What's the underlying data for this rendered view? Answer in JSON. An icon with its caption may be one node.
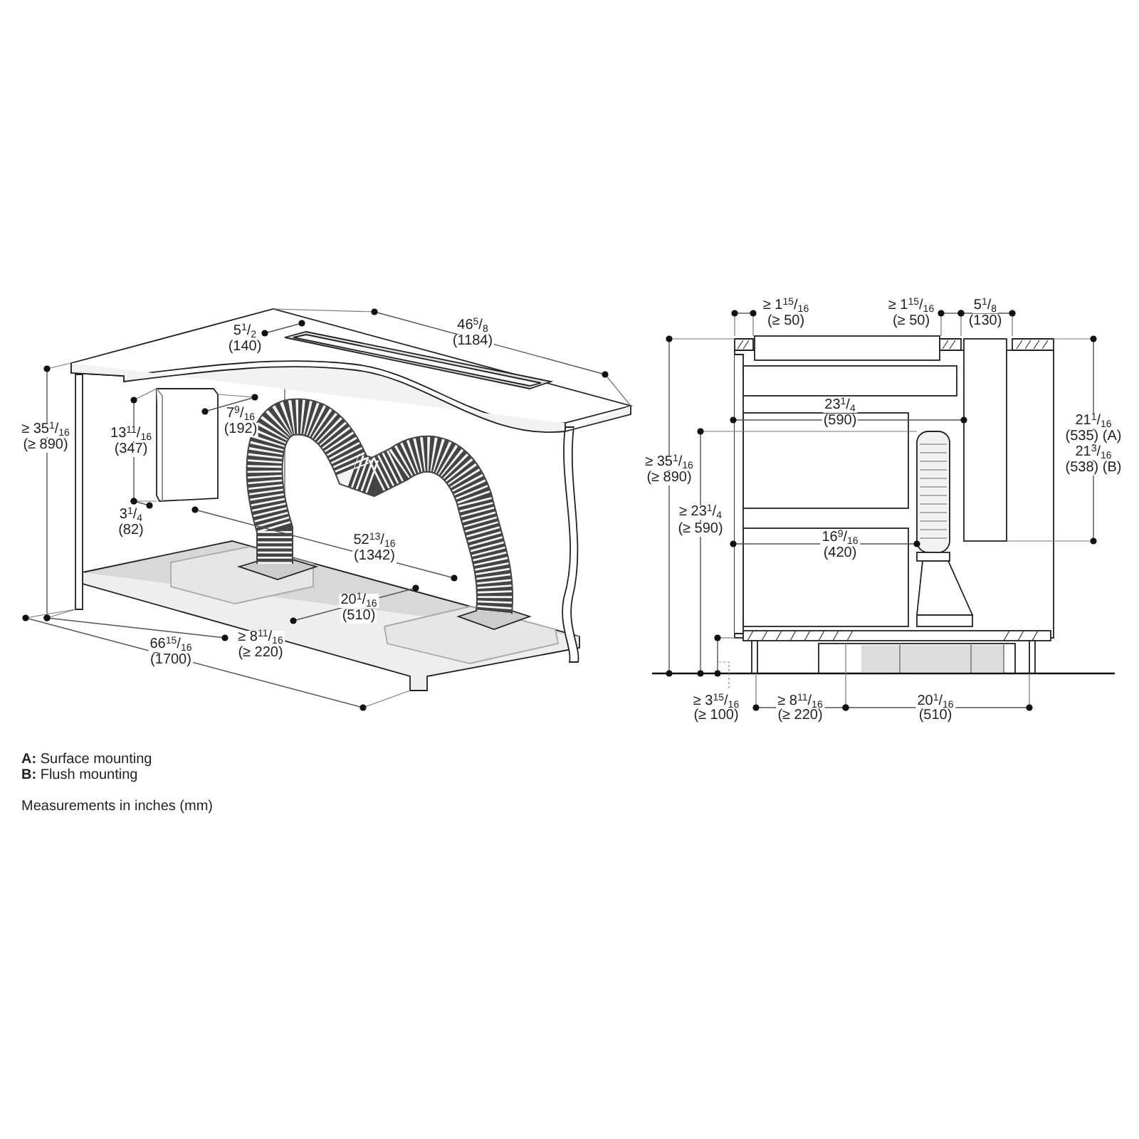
{
  "diagram": {
    "labels": [
      "5$^{1}$/$_{2}$",
      "(140)",
      "46$^{5}$/$_{8}$",
      "(1184)",
      "≥ 35$^{1}$/$_{16}$",
      "(≥ 890)",
      "13$^{11}$/$_{16}$",
      "(347)",
      "7$^{9}$/$_{16}$",
      "(192)",
      "3$^{1}$/$_{4}$",
      "(82)",
      "52$^{13}$/$_{16}$",
      "(1342)",
      "20$^{1}$/$_{16}$",
      "(510)",
      "66$^{15}$/$_{16}$",
      "(1700)",
      "≥ 8$^{11}$/$_{16}$",
      "(≥ 220)",
      "≥ 1$^{15}$/$_{16}$",
      "(≥ 50)",
      "≥ 1$^{15}$/$_{16}$",
      "(≥ 50)",
      "5$^{1}$/$_{8}$",
      "(130)",
      "≥ 35$^{1}$/$_{16}$",
      "(≥ 890)",
      "23$^{1}$/$_{4}$",
      "(590)",
      "21$^{1}$/$_{16}$",
      "(535) (A)",
      "21$^{3}$/$_{16}$",
      "(538) (B)",
      "≥ 23$^{1}$/$_{4}$",
      "(≥ 590)",
      "16$^{9}$/$_{16}$",
      "(420)",
      "≥ 3$^{15}$/$_{16}$",
      "(≥ 100)",
      "≥ 8$^{11}$/$_{16}$",
      "(≥ 220)",
      "20$^{1}$/$_{16}$",
      "(510)",
      "**A:** Surface mounting",
      "**B:** Flush mounting",
      "Measurements in inches (mm)"
    ]
  }
}
